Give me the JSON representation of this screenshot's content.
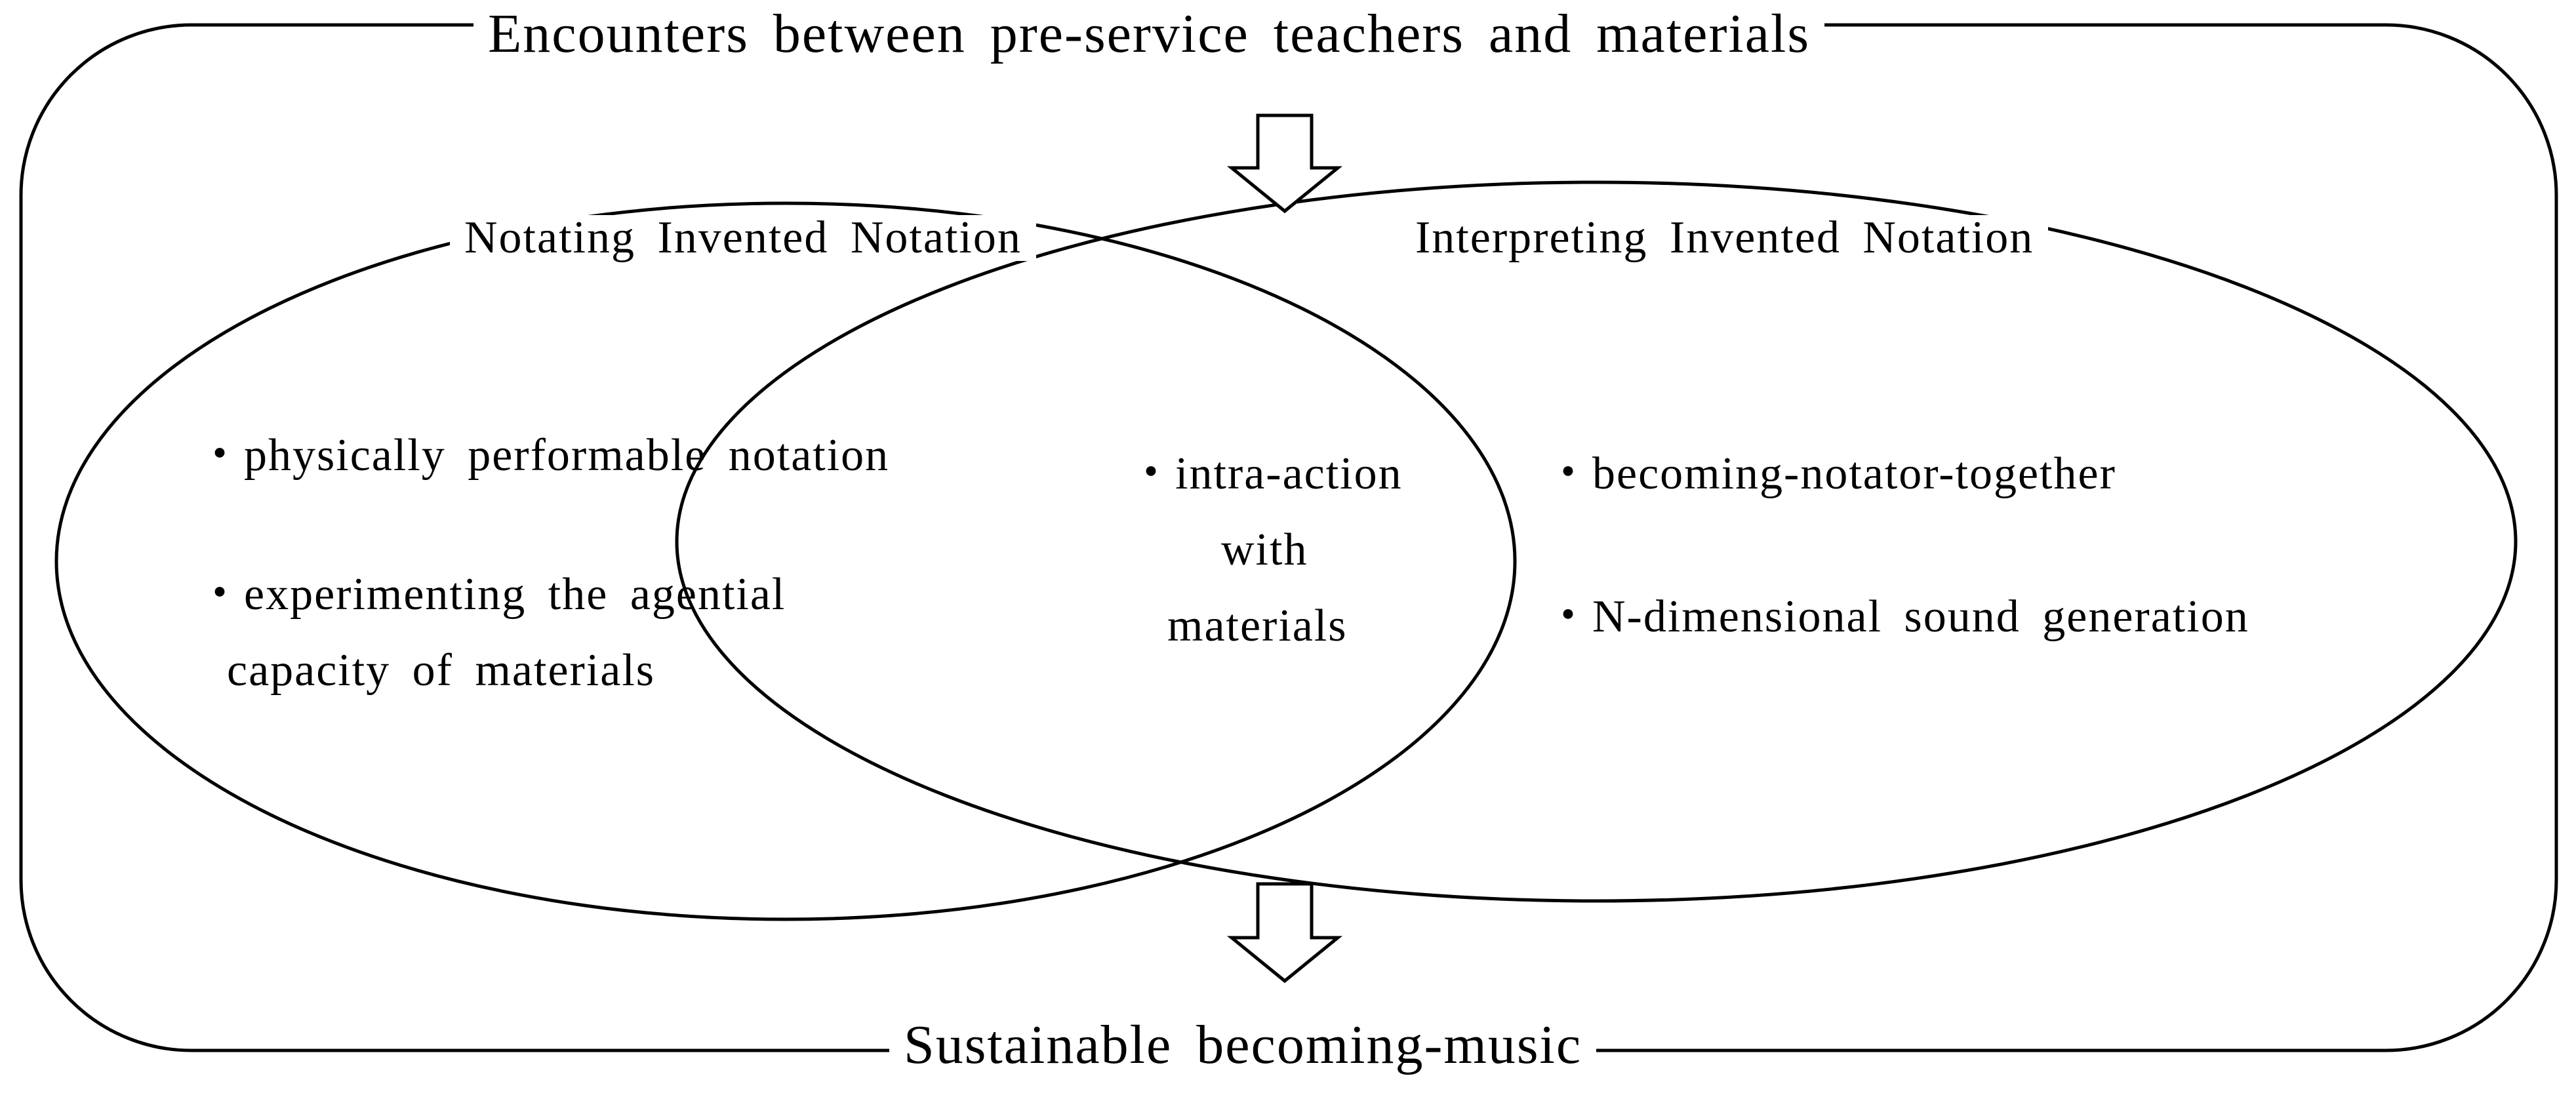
{
  "diagram": {
    "top_title": "Encounters between pre-service teachers and materials",
    "bottom_title": "Sustainable becoming-music",
    "left_circle": {
      "label": "Notating Invented Notation",
      "items": [
        "・physically performable notation",
        "・experimenting the agential",
        "capacity of materials"
      ]
    },
    "right_circle": {
      "label": "Interpreting Invented Notation",
      "items": [
        "・becoming-notator-together",
        "・N-dimensional sound generation"
      ]
    },
    "overlap": {
      "lines": [
        "・intra-action",
        "with",
        "materials"
      ]
    }
  }
}
